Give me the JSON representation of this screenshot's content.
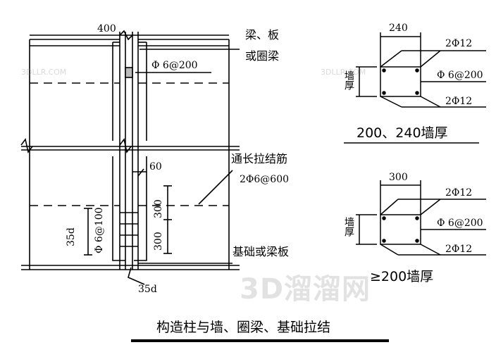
{
  "left_detail": {
    "dim_top": "400",
    "label_beam_1": "梁、板",
    "label_beam_2": "或圈梁",
    "label_stirrup": "Φ 6@200",
    "label_dim_60": "60",
    "label_tie_1": "通长拉结筋",
    "label_tie_2": "2Φ6@600",
    "label_300_a": "300",
    "label_300_b": "300",
    "label_35d_left": "35d",
    "label_stirrup_100": "Φ 6@100",
    "label_foundation": "基础或梁板",
    "label_35d_bottom": "35d"
  },
  "right_top": {
    "dim": "240",
    "wall_label": "墙厚",
    "bar_top": "2Φ12",
    "stirrup": "Φ 6@200",
    "bar_bottom": "2Φ12",
    "caption": "200、240墙厚"
  },
  "right_bottom": {
    "dim": "300",
    "wall_label": "墙厚",
    "bar_top": "2Φ12",
    "stirrup": "Φ 6@200",
    "bar_bottom": "2Φ12",
    "caption": "≥200墙厚"
  },
  "title": "构造柱与墙、圈梁、基础拉结",
  "watermark": {
    "brand": "3D溜溜网",
    "small_1": "3DLLR.COM",
    "small_2": "3DLLR.COM"
  }
}
